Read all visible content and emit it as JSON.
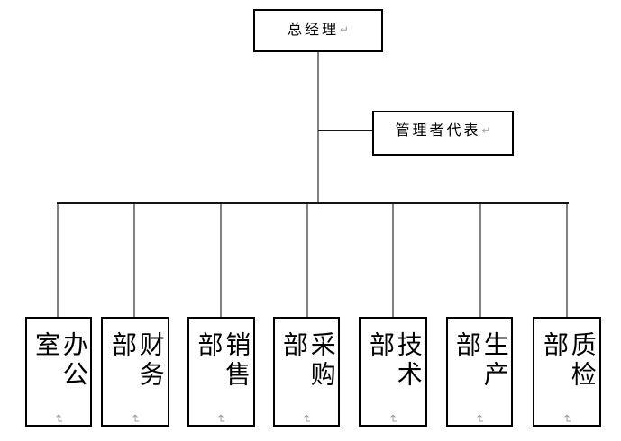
{
  "org_chart": {
    "root": {
      "label": "总经理"
    },
    "manager_rep": {
      "label": "管理者代表"
    },
    "departments": [
      {
        "label": "办公室"
      },
      {
        "label": "财务部"
      },
      {
        "label": "销售部"
      },
      {
        "label": "采购部"
      },
      {
        "label": "技术部"
      },
      {
        "label": "生产部"
      },
      {
        "label": "质检部"
      }
    ],
    "paragraph_mark": "↵",
    "colors": {
      "box_border": "#000000",
      "horizontal_connector": "#141414",
      "vertical_connector": "#808080",
      "text": "#000000",
      "paragraph_mark": "#9e9e9e",
      "background": "#ffffff"
    }
  }
}
